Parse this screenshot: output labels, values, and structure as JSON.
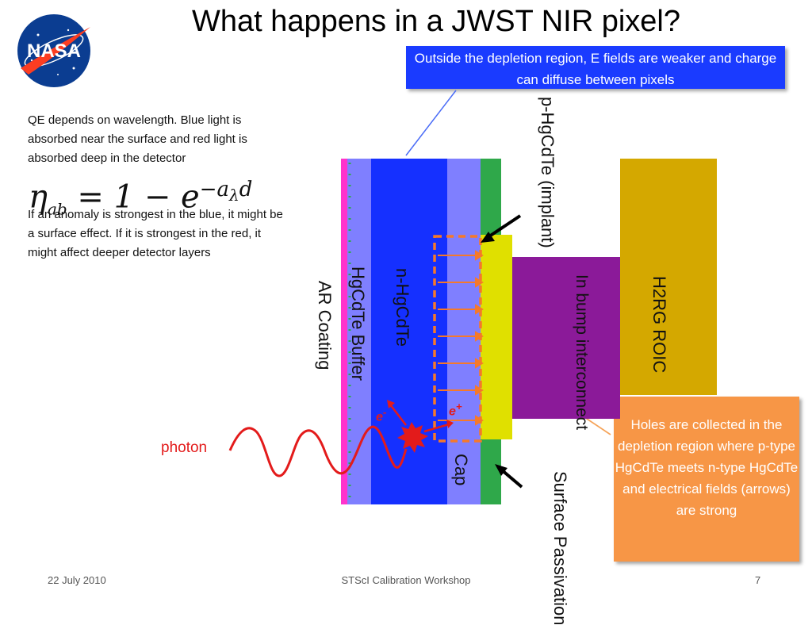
{
  "title": "What happens in a JWST NIR pixel?",
  "logo_text": "NASA",
  "callout_top": "Outside the depletion region, E fields are weaker and charge can diffuse between pixels",
  "callout_right": "Holes are collected in the depletion region where p-type HgCdTe meets n-type HgCdTe and electrical fields (arrows) are strong",
  "text_qe": "QE depends on wavelength. Blue light is absorbed near the surface and red light is absorbed deep in the detector",
  "formula": {
    "lhs": "η",
    "sub": "ab",
    "rhs": "= 1 − e",
    "exp": "−a",
    "exp_sub": "λ",
    "exp_tail": "d"
  },
  "text_anomaly": "If an anomaly is strongest in the blue, it might be a surface effect. If it is strongest in the red, it might affect deeper detector layers",
  "labels": {
    "ar_coating": "AR Coating",
    "buffer": "HgCdTe Buffer",
    "n_hgcdte": "n-HgCdTe",
    "cap": "Cap",
    "p_hgcdte": "p-HgCdTe (implant)",
    "in_bump": "In bump interconnect",
    "roic": "H2RG ROIC",
    "surface_passivation": "Surface Passivation",
    "photon": "photon",
    "electron": "e",
    "electron_charge": "-",
    "hole": "e",
    "hole_charge": "+"
  },
  "colors": {
    "ar_coating": "#ff33cc",
    "buffer": "#7f7fff",
    "n_hgcdte": "#1530ff",
    "cap": "#7f7fff",
    "passivation": "#2fa84a",
    "implant": "#e0e000",
    "in_bump": "#8b1a99",
    "roic": "#d4a800",
    "photon": "#e31b1b",
    "arrow": "#f5792a"
  },
  "footer": {
    "date": "22 July 2010",
    "event": "STScI Calibration Workshop",
    "page": "7"
  }
}
